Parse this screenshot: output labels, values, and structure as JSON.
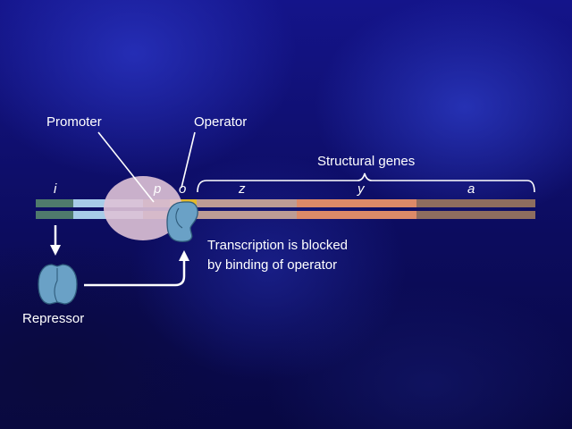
{
  "labels": {
    "promoter": "Promoter",
    "operator": "Operator",
    "structural_genes": "Structural genes",
    "repressor": "Repressor",
    "caption_line1": "Transcription is blocked",
    "caption_line2": "by binding of operator"
  },
  "genes": {
    "i": "i",
    "p": "p",
    "o": "o",
    "z": "z",
    "y": "y",
    "a": "a"
  },
  "colors": {
    "i_region": "#4f7a6c",
    "spacer": "#a7cce8",
    "promoter_region": "#8e6d5f",
    "operator_region": "#e3b92c",
    "z_region": "#bd9c95",
    "y_region": "#dc8a68",
    "a_region": "#8e6d5f",
    "rna_polymerase": "#dec2d6",
    "repressor": "#6aa1c6",
    "arrow": "#ffffff"
  }
}
